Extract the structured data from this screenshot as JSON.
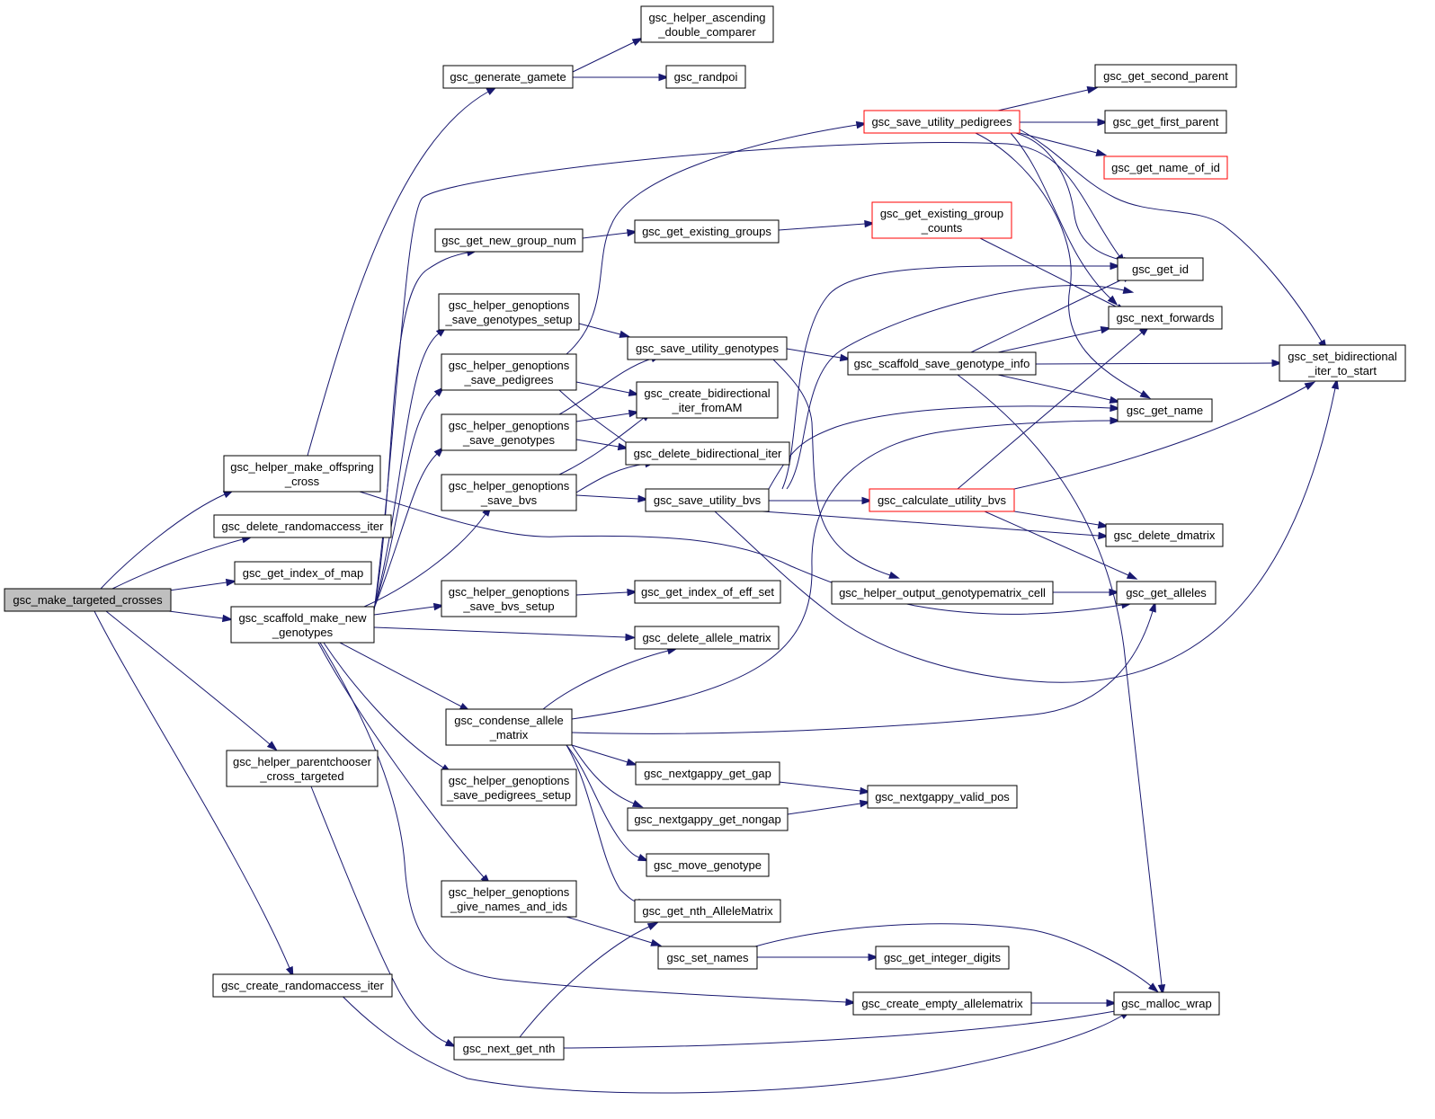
{
  "nodes": {
    "make_targeted": [
      "gsc_make_targeted_crosses"
    ],
    "offspring_cross": [
      "gsc_helper_make_offspring",
      "_cross"
    ],
    "del_randacc": [
      "gsc_delete_randomaccess_iter"
    ],
    "idx_map": [
      "gsc_get_index_of_map"
    ],
    "scaffold_make": [
      "gsc_scaffold_make_new",
      "_genotypes"
    ],
    "parentchooser": [
      "gsc_helper_parentchooser",
      "_cross_targeted"
    ],
    "create_randacc": [
      "gsc_create_randomaccess_iter"
    ],
    "gen_gamete": [
      "gsc_generate_gamete"
    ],
    "asc_double": [
      "gsc_helper_ascending",
      "_double_comparer"
    ],
    "randpoi": [
      "gsc_randpoi"
    ],
    "new_group": [
      "gsc_get_new_group_num"
    ],
    "exist_groups": [
      "gsc_get_existing_groups"
    ],
    "exist_counts": [
      "gsc_get_existing_group",
      "_counts"
    ],
    "opt_save_geno_setup": [
      "gsc_helper_genoptions",
      "_save_genotypes_setup"
    ],
    "opt_save_ped": [
      "gsc_helper_genoptions",
      "_save_pedigrees"
    ],
    "opt_save_geno": [
      "gsc_helper_genoptions",
      "_save_genotypes"
    ],
    "opt_save_bvs": [
      "gsc_helper_genoptions",
      "_save_bvs"
    ],
    "opt_save_bvs_setup": [
      "gsc_helper_genoptions",
      "_save_bvs_setup"
    ],
    "opt_save_ped_setup": [
      "gsc_helper_genoptions",
      "_save_pedigrees_setup"
    ],
    "opt_give_names": [
      "gsc_helper_genoptions",
      "_give_names_and_ids"
    ],
    "save_util_ped": [
      "gsc_save_utility_pedigrees"
    ],
    "second_parent": [
      "gsc_get_second_parent"
    ],
    "first_parent": [
      "gsc_get_first_parent"
    ],
    "name_of_id": [
      "gsc_get_name_of_id"
    ],
    "get_id": [
      "gsc_get_id"
    ],
    "next_fwd": [
      "gsc_next_forwards"
    ],
    "set_bidir": [
      "gsc_set_bidirectional",
      "_iter_to_start"
    ],
    "save_util_geno": [
      "gsc_save_utility_genotypes"
    ],
    "scaffold_save": [
      "gsc_scaffold_save_genotype_info"
    ],
    "create_bidir": [
      "gsc_create_bidirectional",
      "_iter_fromAM"
    ],
    "delete_bidir": [
      "gsc_delete_bidirectional_iter"
    ],
    "get_name": [
      "gsc_get_name"
    ],
    "save_util_bvs": [
      "gsc_save_utility_bvs"
    ],
    "calc_util_bvs": [
      "gsc_calculate_utility_bvs"
    ],
    "del_dmatrix": [
      "gsc_delete_dmatrix"
    ],
    "out_geno_cell": [
      "gsc_helper_output_genotypematrix_cell"
    ],
    "get_alleles": [
      "gsc_get_alleles"
    ],
    "idx_eff_set": [
      "gsc_get_index_of_eff_set"
    ],
    "del_allele_mat": [
      "gsc_delete_allele_matrix"
    ],
    "condense": [
      "gsc_condense_allele",
      "_matrix"
    ],
    "gappy_gap": [
      "gsc_nextgappy_get_gap"
    ],
    "gappy_nongap": [
      "gsc_nextgappy_get_nongap"
    ],
    "gappy_valid": [
      "gsc_nextgappy_valid_pos"
    ],
    "move_geno": [
      "gsc_move_genotype"
    ],
    "nth_am": [
      "gsc_get_nth_AlleleMatrix"
    ],
    "set_names": [
      "gsc_set_names"
    ],
    "int_digits": [
      "gsc_get_integer_digits"
    ],
    "create_empty_am": [
      "gsc_create_empty_allelematrix"
    ],
    "malloc_wrap": [
      "gsc_malloc_wrap"
    ],
    "next_nth": [
      "gsc_next_get_nth"
    ]
  }
}
